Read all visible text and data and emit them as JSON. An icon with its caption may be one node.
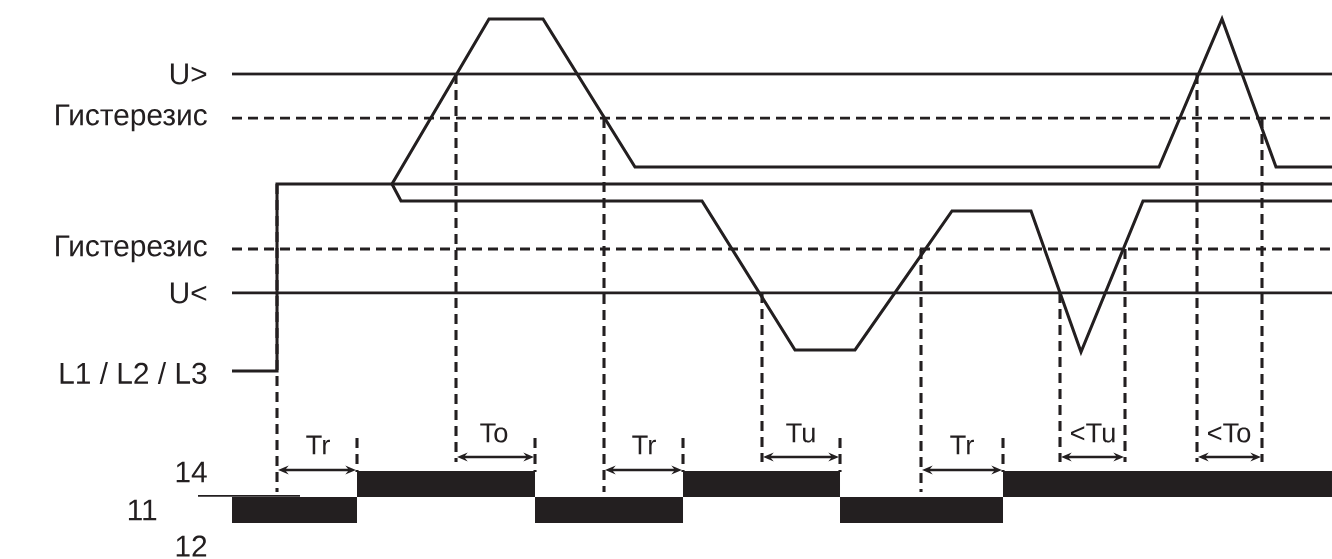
{
  "diagram": {
    "labels": [
      "U>",
      "Гистерезис",
      "Гистерезис",
      "U<",
      "L1 / L2 / L3",
      "Tr",
      "To",
      "Tr",
      "Tu",
      "Tr",
      "<Tu",
      "<To",
      "14",
      "11",
      "12"
    ]
  }
}
